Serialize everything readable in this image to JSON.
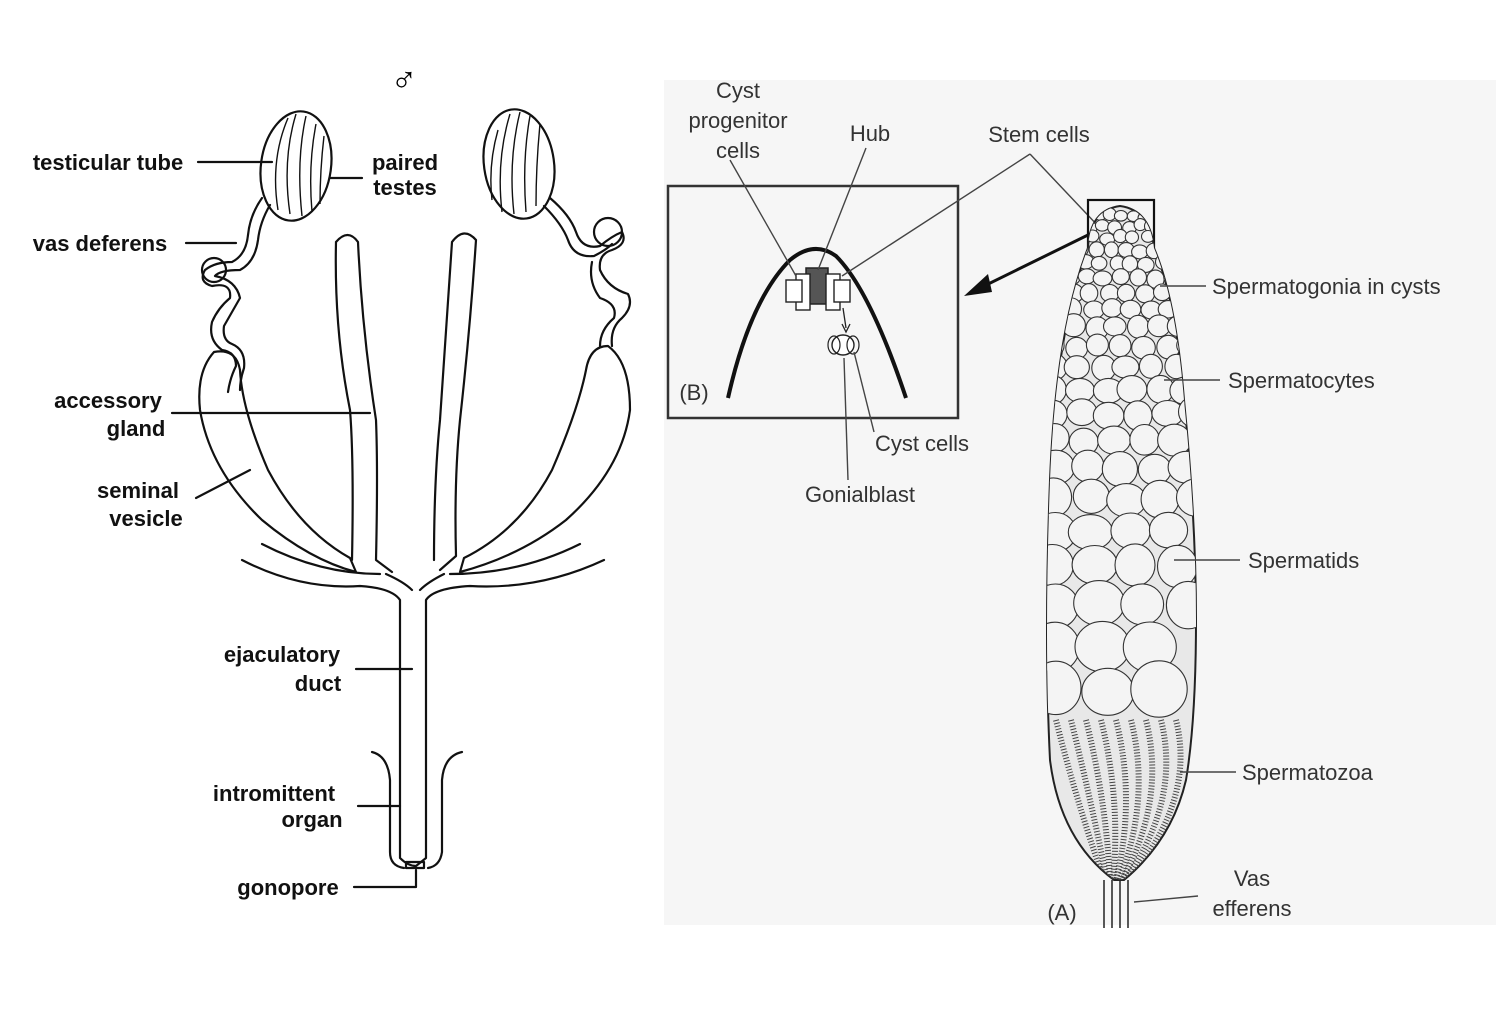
{
  "male_diagram": {
    "symbol": "♂",
    "labels": {
      "testicular_tube": "testicular tube",
      "paired_testes_1": "paired",
      "paired_testes_2": "testes",
      "vas_deferens": "vas deferens",
      "accessory_gland_1": "accessory",
      "accessory_gland_2": "gland",
      "seminal_vesicle_1": "seminal",
      "seminal_vesicle_2": "vesicle",
      "ejaculatory_duct_1": "ejaculatory",
      "ejaculatory_duct_2": "duct",
      "intromittent_organ_1": "intromittent",
      "intromittent_organ_2": "organ",
      "gonopore": "gonopore"
    }
  },
  "testis_diagram": {
    "inset": {
      "panel_label": "(B)",
      "cyst_progenitor_1": "Cyst",
      "cyst_progenitor_2": "progenitor",
      "cyst_progenitor_3": "cells",
      "hub": "Hub",
      "stem_cells": "Stem cells",
      "cyst_cells": "Cyst cells",
      "gonialblast": "Gonialblast"
    },
    "main": {
      "panel_label": "(A)",
      "spermatogonia": "Spermatogonia in cysts",
      "spermatocytes": "Spermatocytes",
      "spermatids": "Spermatids",
      "spermatozoa": "Spermatozoa",
      "vas_efferens_1": "Vas",
      "vas_efferens_2": "efferens"
    }
  },
  "colors": {
    "ink": "#111111",
    "gray_label": "#333333",
    "panel_bg": "#f6f6f6"
  }
}
